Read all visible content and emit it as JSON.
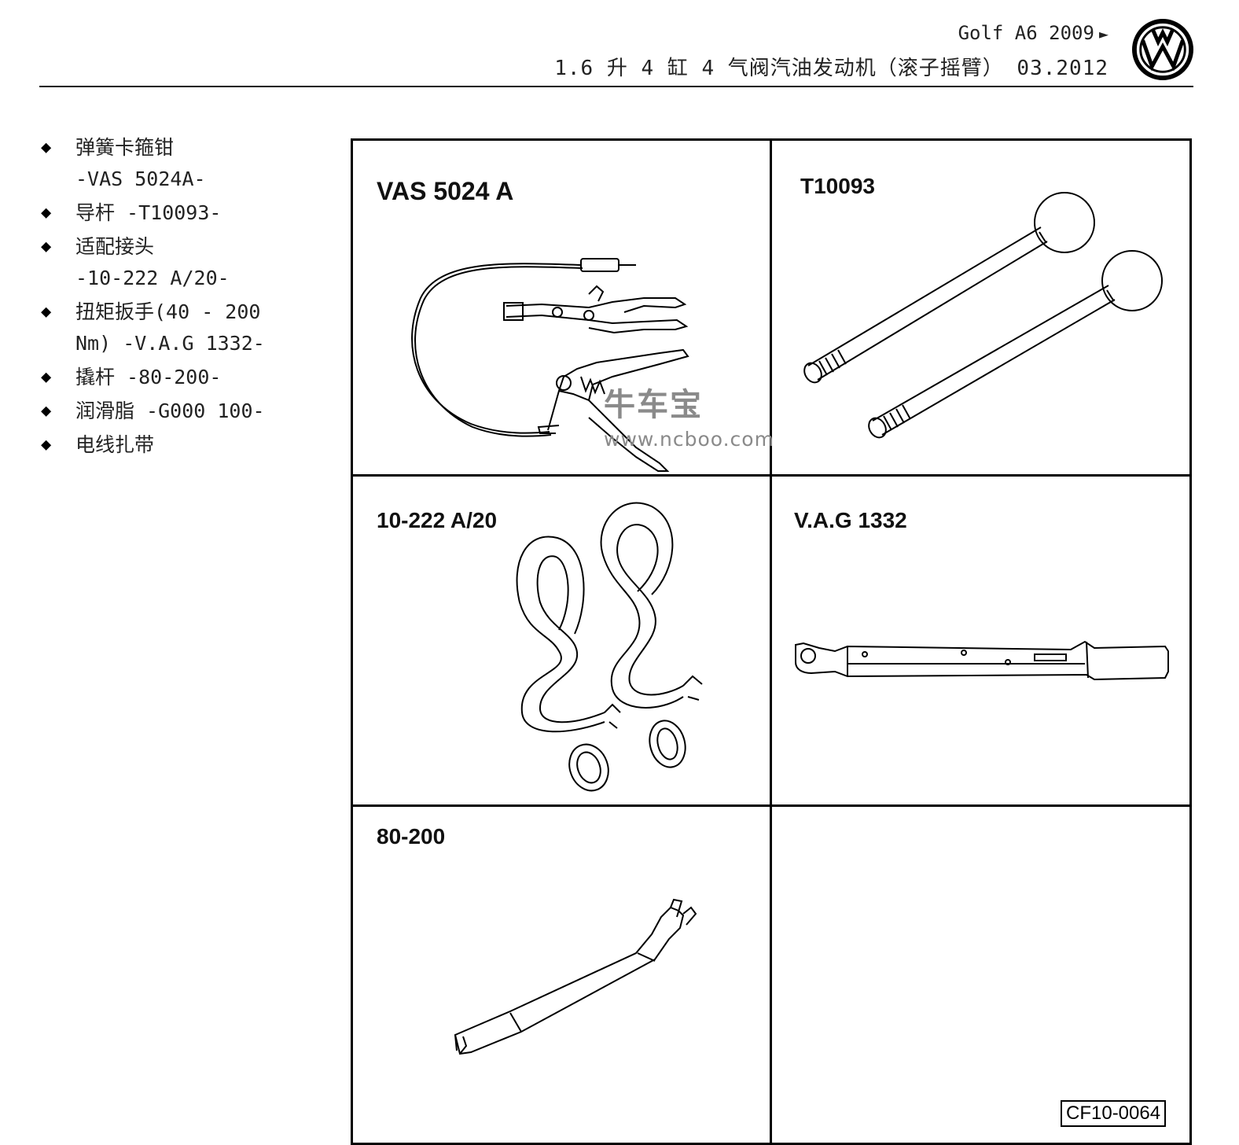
{
  "header": {
    "model": "Golf A6 2009",
    "arrow": "►",
    "subtitle": "1.6 升 4 缸 4 气阀汽油发动机（滚子摇臂） 03.2012",
    "logo_icon": "vw-logo-icon"
  },
  "tools": [
    {
      "name": "弹簧卡箍钳",
      "code": "-VAS 5024A-"
    },
    {
      "name": "导杆 -T10093-",
      "code": ""
    },
    {
      "name": "适配接头",
      "code": "-10-222 A/20-"
    },
    {
      "name": "扭矩扳手(40 - 200",
      "code": "Nm) -V.A.G 1332-"
    },
    {
      "name": "撬杆 -80-200-",
      "code": ""
    },
    {
      "name": "润滑脂 -G000 100-",
      "code": ""
    },
    {
      "name": "电线扎带",
      "code": ""
    }
  ],
  "bullet": "◆",
  "figures": {
    "vas5024a": "VAS 5024 A",
    "t10093": "T10093",
    "a20": "10-222 A/20",
    "vag1332": "V.A.G 1332",
    "p80200": "80-200"
  },
  "watermark": {
    "cn": "牛车宝",
    "url": "www.ncboo.com"
  },
  "figure_code": "CF10-0064"
}
